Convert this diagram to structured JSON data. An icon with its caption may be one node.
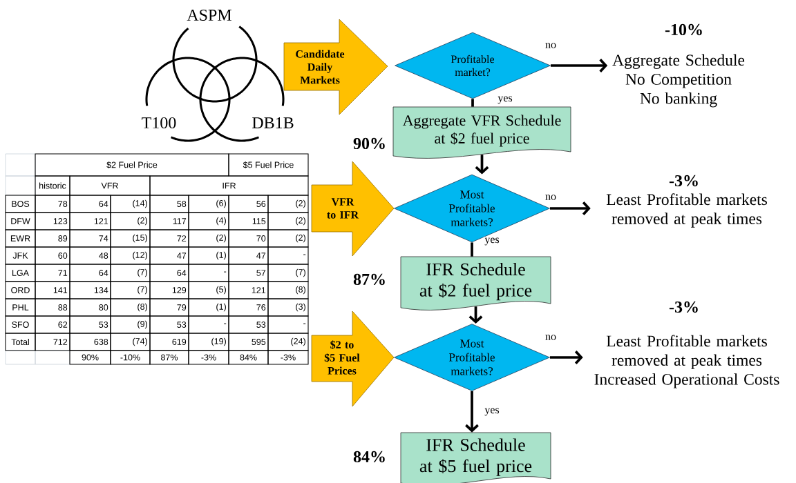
{
  "diagram": {
    "nodes": [
      {
        "text": [
          "ASPM"
        ]
      },
      {
        "text": [
          "T100"
        ]
      },
      {
        "text": [
          "DB1B"
        ]
      },
      {
        "text": [
          "Candidate Daily Markets"
        ]
      },
      {
        "text": [
          "Profitable market?"
        ]
      },
      {
        "text": [
          "-10%",
          "Aggregate Schedule No Competition No banking"
        ]
      },
      {
        "text": [
          "Aggregate VFR Schedule at $2 fuel price"
        ],
        "beside": [
          "90%"
        ]
      },
      {
        "text": [
          "VFR to IFR"
        ]
      },
      {
        "text": [
          "Most Profitable markets?"
        ]
      },
      {
        "text": [
          "-3%",
          "Least Profitable markets removed at peak times"
        ]
      },
      {
        "text": [
          "IFR Schedule at $2 fuel price"
        ],
        "beside": [
          "87%"
        ]
      },
      {
        "text": [
          "$2 to $5 Fuel Prices"
        ]
      },
      {
        "text": [
          "Most Profitable markets?"
        ]
      },
      {
        "text": [
          "-3%",
          "Least Profitable markets removed at peak times Increased Operational Costs"
        ]
      },
      {
        "text": [
          "IFR Schedule at $5 fuel price"
        ],
        "beside": [
          "84%"
        ]
      }
    ],
    "edges": [
      {
        "from": 4,
        "to": 5,
        "arrow": "to",
        "label": "no"
      },
      {
        "from": 4,
        "to": 6,
        "arrow": "none",
        "label": "yes"
      },
      {
        "from": 6,
        "to": 8,
        "arrow": "to"
      },
      {
        "from": 8,
        "to": 9,
        "arrow": "to",
        "label": "no"
      },
      {
        "from": 8,
        "to": 10,
        "arrow": "none",
        "label": "yes"
      },
      {
        "from": 10,
        "to": 12,
        "arrow": "to"
      },
      {
        "from": 12,
        "to": 13,
        "arrow": "to",
        "label": "no"
      },
      {
        "from": 12,
        "to": 14,
        "arrow": "to",
        "label": "yes"
      }
    ],
    "labels": [
      "$2 Fuel Price",
      "$5 Fuel Price",
      "historic",
      "VFR",
      "IFR",
      "BOS",
      "78",
      "64",
      "(14)",
      "58",
      "(6)",
      "56",
      "(2)",
      "DFW",
      "123",
      "121",
      "(2)",
      "117",
      "(4)",
      "115",
      "(2)",
      "EWR",
      "89",
      "74",
      "(15)",
      "72",
      "(2)",
      "70",
      "(2)",
      "JFK",
      "60",
      "48",
      "(12)",
      "47",
      "(1)",
      "47",
      "-",
      "LGA",
      "71",
      "64",
      "(7)",
      "64",
      "-",
      "57",
      "(7)",
      "ORD",
      "141",
      "134",
      "(7)",
      "129",
      "(5)",
      "121",
      "(8)",
      "PHL",
      "88",
      "80",
      "(8)",
      "79",
      "(1)",
      "76",
      "(3)",
      "SFO",
      "62",
      "53",
      "(9)",
      "53",
      "-",
      "53",
      "-",
      "Total",
      "712",
      "638",
      "(74)",
      "619",
      "(19)",
      "595",
      "(24)",
      "90%",
      "-10%",
      "87%",
      "-3%",
      "84%",
      "-3%"
    ]
  }
}
